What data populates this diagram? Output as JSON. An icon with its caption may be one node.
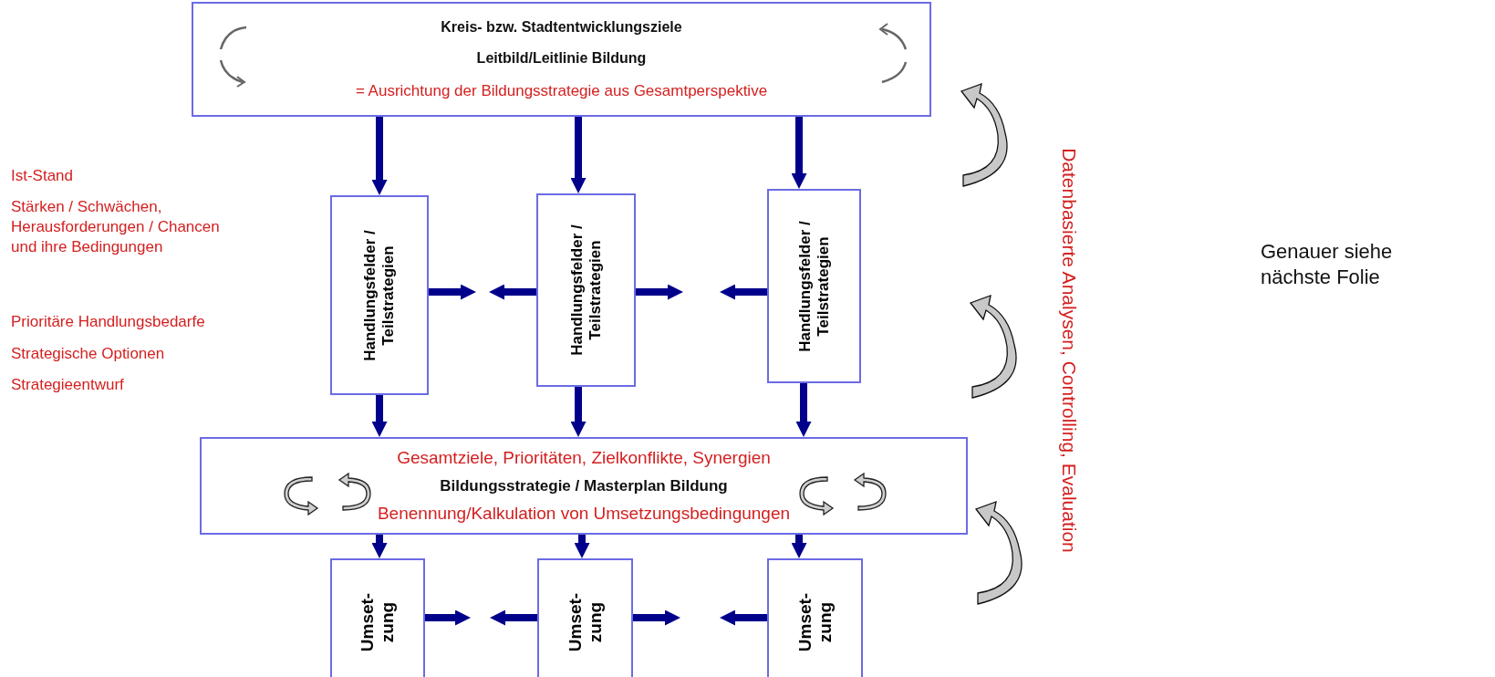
{
  "diagram": {
    "nodes": [
      {
        "text": [
          "Kreis- bzw. Stadtentwicklungsziele",
          "Leitbild/Leitlinie Bildung",
          "= Ausrichtung der Bildungsstrategie aus Gesamtperspektive"
        ]
      },
      {
        "text": [
          "Handlungsfelder / Teilstrategien"
        ]
      },
      {
        "text": [
          "Handlungsfelder / Teilstrategien"
        ]
      },
      {
        "text": [
          "Handlungsfelder / Teilstrategien"
        ]
      },
      {
        "text": [
          "Gesamtziele, Prioritäten, Zielkonflikte, Synergien",
          "Bildungsstrategie / Masterplan Bildung",
          "Benennung/Kalkulation von Umsetzungsbedingungen"
        ]
      },
      {
        "text": [
          "Umset- zung"
        ]
      },
      {
        "text": [
          "Umset- zung"
        ]
      },
      {
        "text": [
          "Umset- zung"
        ]
      }
    ],
    "edges": [
      {
        "from": 0,
        "to": 1,
        "arrow": "to"
      },
      {
        "from": 0,
        "to": 2,
        "arrow": "to"
      },
      {
        "from": 0,
        "to": 3,
        "arrow": "to"
      },
      {
        "from": 1,
        "to": null,
        "arrow": "to"
      },
      {
        "from": 2,
        "to": null,
        "arrow": "to"
      },
      {
        "from": 2,
        "to": null,
        "arrow": "to"
      },
      {
        "from": 3,
        "to": null,
        "arrow": "to"
      },
      {
        "from": 1,
        "to": 4,
        "arrow": "to"
      },
      {
        "from": 2,
        "to": 4,
        "arrow": "to"
      },
      {
        "from": 3,
        "to": 4,
        "arrow": "to"
      },
      {
        "from": 4,
        "to": 5,
        "arrow": "to"
      },
      {
        "from": 4,
        "to": 6,
        "arrow": "to"
      },
      {
        "from": 4,
        "to": 7,
        "arrow": "to"
      },
      {
        "from": 5,
        "to": null,
        "arrow": "to"
      },
      {
        "from": 6,
        "to": null,
        "arrow": "to"
      },
      {
        "from": 6,
        "to": null,
        "arrow": "to"
      },
      {
        "from": 7,
        "to": null,
        "arrow": "to"
      }
    ],
    "labels": [
      "Ist-Stand",
      "Stärken / Schwächen, Herausforderungen / Chancen und ihre Bedingungen",
      "Prioritäre Handlungsbedarfe",
      "Strategische Optionen",
      "Strategieentwurf",
      "Datenbasierte Analysen, Controlling, Evaluation",
      "Genauer siehe nächste Folie"
    ]
  }
}
